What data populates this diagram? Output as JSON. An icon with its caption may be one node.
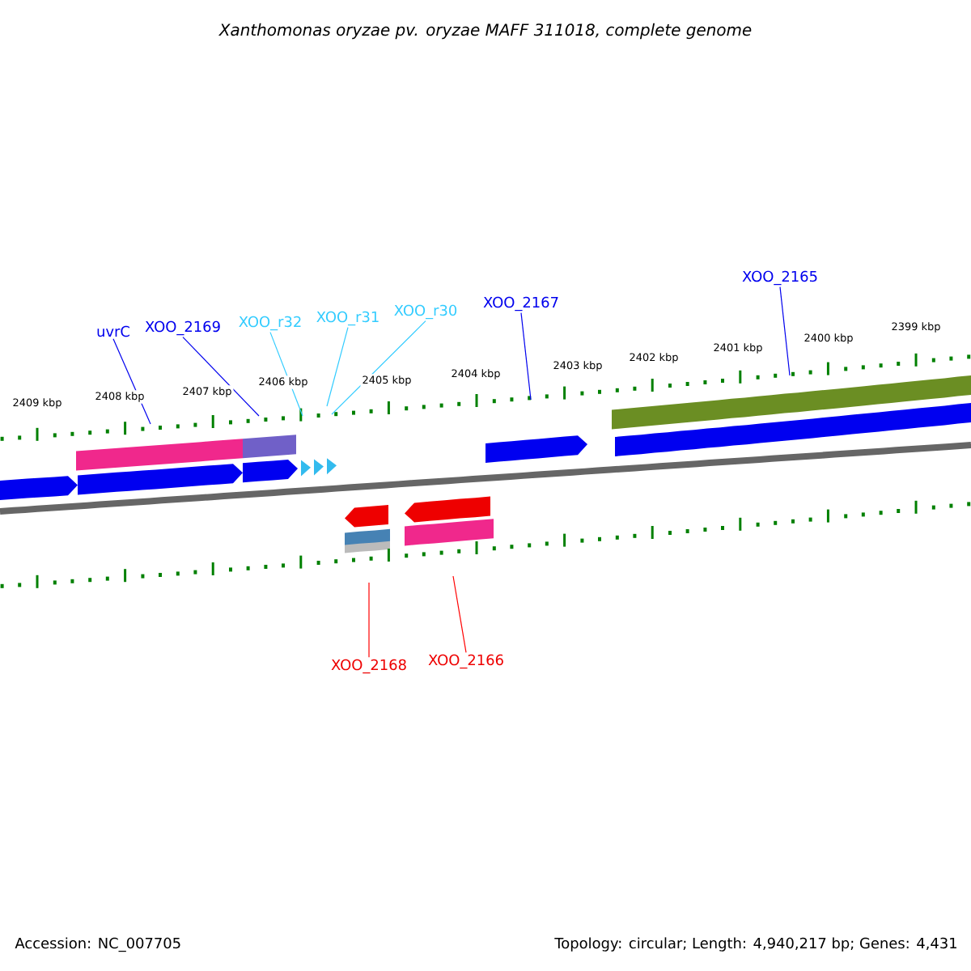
{
  "diagram": {
    "title": "Xanthomonas oryzae pv. oryzae MAFF 311018, complete genome",
    "nodes": [
      {
        "text": [
          "uvrC"
        ]
      },
      {
        "text": [
          "XOO_2169"
        ]
      },
      {
        "text": [
          "XOO_r32"
        ]
      },
      {
        "text": [
          "XOO_r31"
        ]
      },
      {
        "text": [
          "XOO_r30"
        ]
      },
      {
        "text": [
          "XOO_2167"
        ]
      },
      {
        "text": [
          "XOO_2165"
        ]
      },
      {
        "text": [
          "XOO_2168"
        ]
      },
      {
        "text": [
          "XOO_2166"
        ]
      }
    ],
    "edges": [
      {
        "from": 0,
        "to": null,
        "arrow": "none"
      },
      {
        "from": 1,
        "to": null,
        "arrow": "none"
      },
      {
        "from": 2,
        "to": null,
        "arrow": "none",
        "color": "#33ccff"
      },
      {
        "from": 3,
        "to": null,
        "arrow": "none",
        "color": "#33ccff"
      },
      {
        "from": 4,
        "to": null,
        "arrow": "none",
        "color": "#33ccff"
      },
      {
        "from": 5,
        "to": null,
        "arrow": "none"
      },
      {
        "from": 6,
        "to": null,
        "arrow": "none"
      },
      {
        "from": 7,
        "to": null,
        "arrow": "none",
        "color": "#ff0000"
      },
      {
        "from": 8,
        "to": null,
        "arrow": "none",
        "color": "#ff0000"
      }
    ],
    "labels": [
      "2409 kbp",
      "2408 kbp",
      "2407 kbp",
      "2406 kbp",
      "2405 kbp",
      "2404 kbp",
      "2403 kbp",
      "2402 kbp",
      "2401 kbp",
      "2400 kbp",
      "2399 kbp",
      "Accession: NC_007705",
      "Topology: circular; Length: 4,940,217 bp; Genes: 4,431"
    ]
  }
}
